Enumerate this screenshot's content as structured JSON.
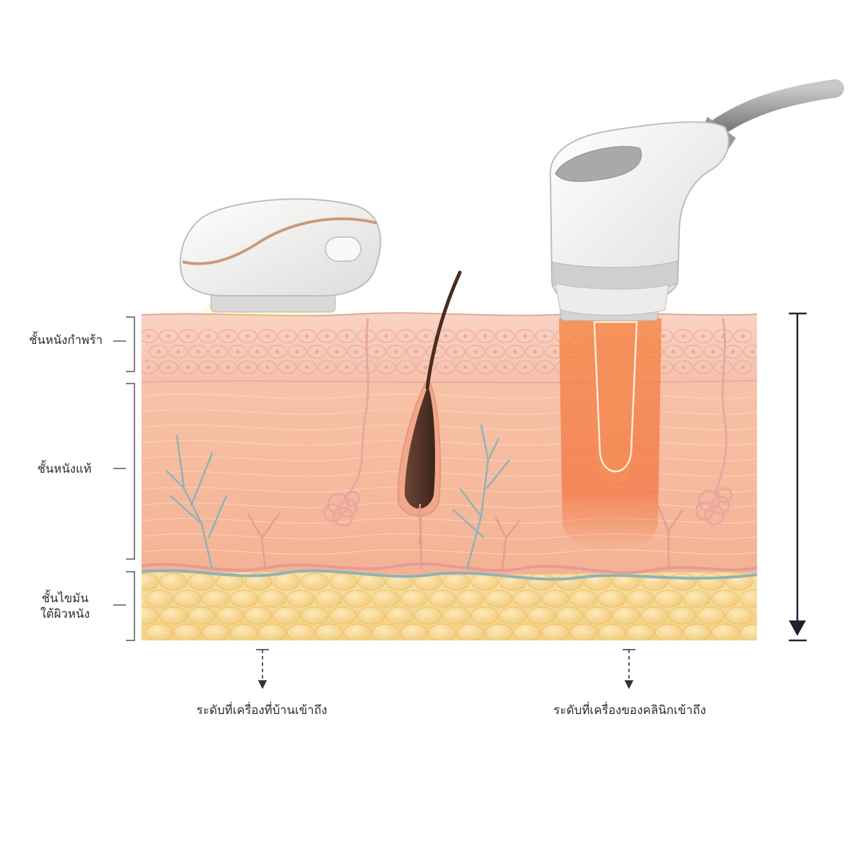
{
  "layers": {
    "epidermis": "ชั้นหนังกำพร้า",
    "dermis": "ชั้นหนังแท้",
    "subcutaneous_line1": "ชั้นไขมัน",
    "subcutaneous_line2": "ใต้ผิวหนัง"
  },
  "devices": {
    "home_caption": "ระดับที่เครื่องที่บ้านเข้าถึง",
    "clinic_caption": "ระดับที่เครื่องของคลินิกเข้าถึง"
  },
  "colors": {
    "epidermis": "#f7c9b8",
    "dermis": "#f6b99e",
    "fat": "#f8dc96",
    "energy_clinic": "#f47a3a",
    "energy_home": "#ffe27a",
    "vein": "#8fb3b5",
    "artery": "#e79b94",
    "device_shell": "#f4f4f2",
    "device_accent": "#c99a7d"
  }
}
